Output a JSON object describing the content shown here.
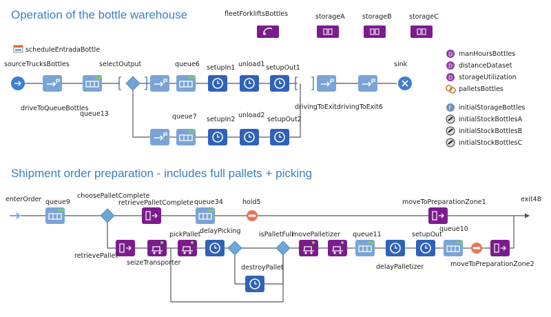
{
  "headings": {
    "operation": "Operation of the bottle warehouse",
    "shipment": "Shipment order preparation - includes full pallets + picking"
  },
  "resources": {
    "fleet": "fleetForkliftsBottles",
    "storageA": "storageA",
    "storageB": "storageB",
    "storageC": "storageC",
    "schedule": "scheduleEntradaBottle"
  },
  "params": {
    "manHours": "manHoursBottles",
    "distance": "distanceDataset",
    "utilization": "storageUtilization",
    "pallets": "palletsBottles",
    "initialStorage": "initialStorageBottles",
    "stockA": "initialStockBottlesA",
    "stockB": "initialStockBottlesB",
    "stockC": "initialStockBottlesC"
  },
  "top": {
    "source": "sourceTrucksBottles",
    "drive": "driveToQueueBottles",
    "queue13": "queue13",
    "select": "selectOutput",
    "queue6": "queue6",
    "setupIn1": "setupIn1",
    "unload1": "unload1",
    "setupOut1": "setupOut1",
    "sink": "sink",
    "queue7": "queue7",
    "setupIn2": "setupIn2",
    "unload2": "unload2",
    "setupOut2": "setupOut2",
    "drivingExit": "drivingToExitdrivingToExit6"
  },
  "bottom": {
    "enterOrder": "enterOrder",
    "queue9": "queue9",
    "choose": "choosePalletComplete",
    "retrieveComplete": "retrievePalletComplete",
    "queue34": "queue34",
    "hold5": "hold5",
    "movePrep1": "moveToPreparationZone1",
    "exit48": "exit48",
    "retrievePallet": "retrievePallet",
    "seize": "seizeTransporter",
    "pickPallet": "pickPallet",
    "delayPicking": "delayPicking",
    "isPalletFull": "isPalletFull",
    "movePalletizer": "movePalletizer",
    "queue11": "queue11",
    "setupOut": "setupOut",
    "queue10": "queue10",
    "destroy": "destroyPallet",
    "delayPalletizer": "delayPalletizer",
    "movePrep2": "moveToPreparationZone2"
  }
}
